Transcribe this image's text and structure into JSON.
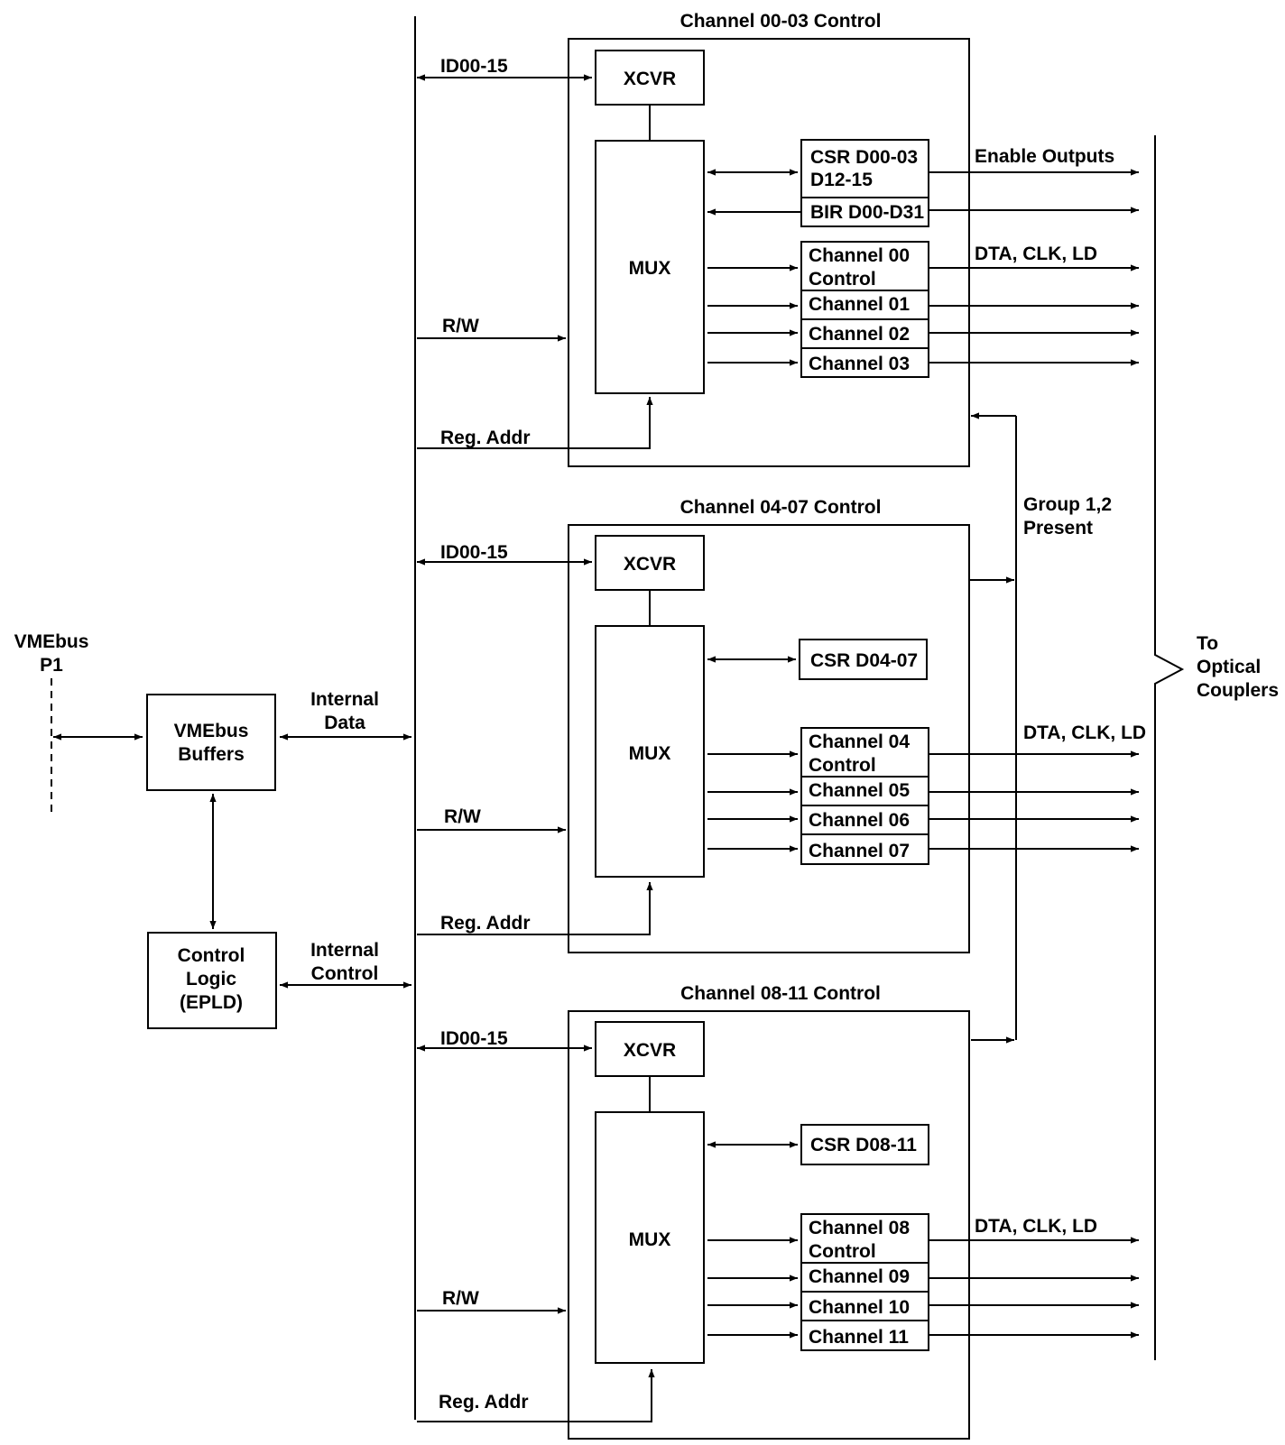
{
  "left": {
    "vmebus_label": [
      "VMEbus",
      "P1"
    ],
    "buffers_label": [
      "VMEbus",
      "Buffers"
    ],
    "control_logic_label": [
      "Control",
      "Logic",
      "(EPLD)"
    ],
    "internal_data_label": [
      "Internal",
      "Data"
    ],
    "internal_control_label": [
      "Internal",
      "Control"
    ]
  },
  "groups": [
    {
      "title": "Channel 00-03 Control",
      "id_label": "ID00-15",
      "xcvr": "XCVR",
      "mux": "MUX",
      "rw_label": "R/W",
      "reg_addr_label": "Reg. Addr",
      "csr_lines": [
        "CSR D00-03",
        "D12-15"
      ],
      "bir_label": "BIR D00-D31",
      "ch_first_lines": [
        "Channel 00",
        "Control"
      ],
      "ch": [
        "Channel 01",
        "Channel 02",
        "Channel 03"
      ],
      "csr_output_label": "Enable Outputs",
      "output_label": "DTA, CLK, LD"
    },
    {
      "title": "Channel 04-07 Control",
      "id_label": "ID00-15",
      "xcvr": "XCVR",
      "mux": "MUX",
      "rw_label": "R/W",
      "reg_addr_label": "Reg. Addr",
      "csr_lines": [
        "CSR D04-07"
      ],
      "ch_first_lines": [
        "Channel 04",
        "Control"
      ],
      "ch": [
        "Channel 05",
        "Channel 06",
        "Channel 07"
      ],
      "output_label": "DTA, CLK, LD"
    },
    {
      "title": "Channel 08-11 Control",
      "id_label": "ID00-15",
      "xcvr": "XCVR",
      "mux": "MUX",
      "rw_label": "R/W",
      "reg_addr_label": "Reg. Addr",
      "csr_lines": [
        "CSR D08-11"
      ],
      "ch_first_lines": [
        "Channel 08",
        "Control"
      ],
      "ch": [
        "Channel 09",
        "Channel 10",
        "Channel 11"
      ],
      "output_label": "DTA, CLK, LD"
    }
  ],
  "group_present_label": [
    "Group 1,2",
    "Present"
  ],
  "optical_label": [
    "To",
    "Optical",
    "Couplers"
  ]
}
